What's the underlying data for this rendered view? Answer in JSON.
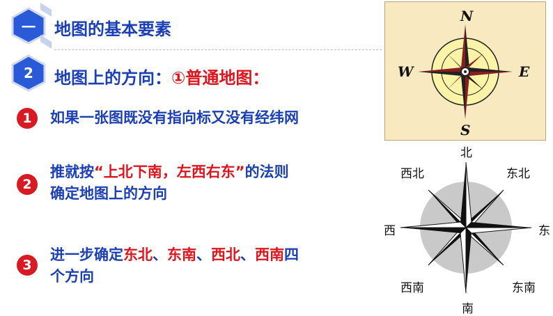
{
  "sections": [
    {
      "badge": "一",
      "title": "地图的基本要素"
    },
    {
      "badge": "2",
      "title_prefix": "地图上的方向：",
      "title_highlight": "①普通地图："
    }
  ],
  "points": [
    {
      "num": "1",
      "lines": [
        {
          "text": "如果一张图既没有指向标又没有经纬网"
        }
      ]
    },
    {
      "num": "2",
      "line1_a": "推就按",
      "line1_b": "“上北下南，左西右东”",
      "line1_c": "的法则",
      "line2": "确定地图上的方向"
    },
    {
      "num": "3",
      "line1_a": "进一步确定",
      "dir1": "东北",
      "sep1": "、",
      "dir2": "东南",
      "sep2": "、",
      "dir3": "西北",
      "sep3": "、",
      "dir4": "西南",
      "line1_e": "四",
      "line2": "个方向"
    }
  ],
  "compass_en": {
    "n": "N",
    "s": "S",
    "e": "E",
    "w": "W"
  },
  "compass_cn": {
    "n": "北",
    "s": "南",
    "e": "东",
    "w": "西",
    "ne": "东北",
    "nw": "西北",
    "se": "东南",
    "sw": "西南"
  },
  "colors": {
    "accent_blue": "#1b3fb5",
    "accent_red": "#e0141c",
    "badge_blue": "#1f4fcf"
  }
}
